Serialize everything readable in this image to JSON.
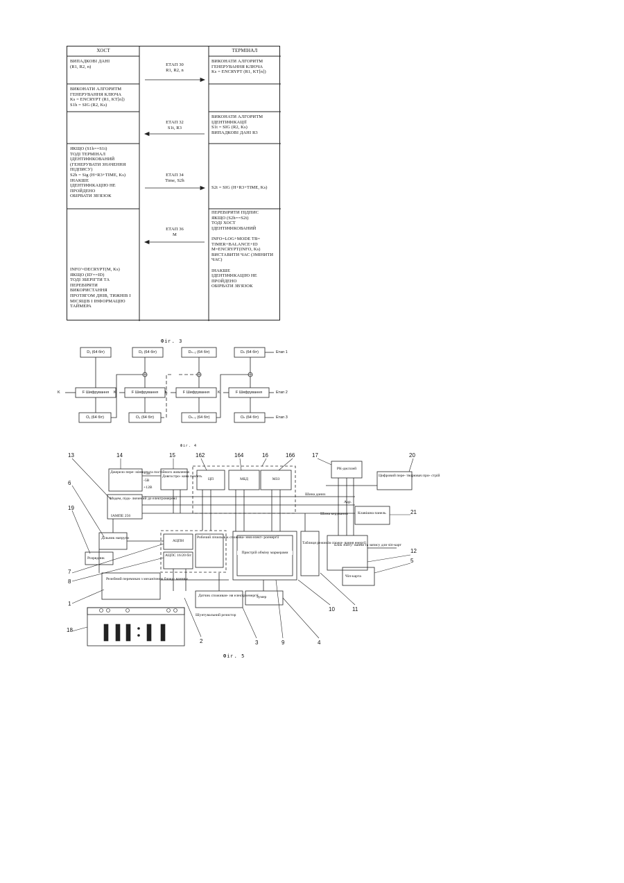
{
  "fig3": {
    "header_host": "ХОСТ",
    "header_terminal": "ТЕРМІНАЛ",
    "host_1": "ВИПАДКОВІ ДАНІ\n(R1, R2, n)",
    "step30_title": "ЕТАП 30",
    "step30_data": "R1, R2, n",
    "term_1": "ВИКОНАТИ АЛГОРИТМ\nГЕНЕРУВАННЯ КЛЮЧА\nKs = ENCRYPT (R1, KT[n])",
    "host_2": "ВИКОНАТИ АЛГОРИТМ\nГЕНЕРУВАННЯ КЛЮЧА\nKs = ENCRYPT (R1, KT[n])\nS1h = SIG (R2, Ks)",
    "term_2": "ВИКОНАТИ АЛГОРИТМ\nІДЕНТИФІКАЦІЇ\nS1t = SIG (R2, Ks)\nВИПАДКОВІ ДАНІ R3",
    "step32_title": "ЕТАП 32",
    "step32_data": "S1t, R3",
    "host_3": "ЯКЩО (S1h==S1t)\nТОДІ ТЕРМІНАЛ\nІДЕНТИФІКОВАНИЙ\n(ГЕНЕРУВАТИ ЗНАЧЕННЯ\nПІДПИСУ)\nS2h = Sig (H+R3+TIME, Ks)\nІНАКШЕ\nІДЕНТИФІКАЦІЮ НЕ\nПРОЙДЕНО\nОБІРВАТИ ЗВ'ЯЗОК",
    "step34_title": "ЕТАП 34",
    "step34_data": "Time, S2h",
    "term_3": "S2t = SIG (H+R3+TIME, Ks)",
    "term_4": "ПЕРЕВІРИТИ ПІДПИС\nЯКЩО (S2h==S2t)\nТОДІ ХОСТ\nІДЕНТИФІКОВАНИЙ\n\nINFO=LOG+MODE TB=\nTIMER+BALANCE+ID\nM=ENCRYPT(INFO, Ks)\nВИСТАВИТИ ЧАС (ЗМІНИТИ\nЧАС)\n\nІНАКШЕ\nІДЕНТИФІКАЦІЮ НЕ\nПРОЙДЕНО\nОБІРВАТИ ЗВ'ЯЗОК",
    "step36_title": "ЕТАП 36",
    "step36_data": "M",
    "host_4": "INFO'=DECRYPT(M, Ks)\nЯКЩО (ID'==ID)\nТОДІ ЗБЕРІГТИ ТА\nПЕРЕВІРЯТИ\nВИКОРИСТАННЯ\nПРОТЯГОМ ДНІВ, ТИЖНІВ І\nМІСЯЦІВ І ІНФОРМАЦІЮ\nТАЙМЕРА",
    "caption": "Фіг. 3"
  },
  "fig4": {
    "d1": "D₁ (64 біт)",
    "d2": "D₂ (64 біт)",
    "dn1": "Dₙ₋₁ (64 біт)",
    "dn": "Dₙ (64 біт)",
    "k": "K",
    "f": "F Шифрування",
    "o1": "O₁ (64 біт)",
    "o2": "O₂ (64 біт)",
    "on1": "Oₙ₋₁ (64 біт)",
    "on": "Oₙ (64 біт)",
    "stage1": "Етап 1",
    "stage2": "Етап 2",
    "stage3": "Етап 3",
    "caption": "Фіг. 4"
  },
  "fig5": {
    "power": "Джерело пере-\nмінного та\nпостійного\nживлення",
    "v5p": "+5В",
    "v5m": "-5В",
    "v12": "+12В",
    "mem": "Довгостро-\nкова пам'ять",
    "cpu": "ЦП",
    "mbd": "МБД",
    "mzz": "МЗЗ",
    "lcd": "РК-дисплей",
    "dac": "Цифровий пере-\nтворювач при-\nстрій",
    "modem": "Модем, підк-\nлючений до\nелектромережі",
    "iamp": "IAMПЕ 256",
    "bus_data": "Шина даних",
    "bus_addr": "Адр.",
    "bus_ctrl": "Шина\nкерування",
    "keyboard": "Клавішна\nпанель",
    "divider": "Дільник\nнапруги",
    "adc1": "АЦПН",
    "adc2": "АЦПС\n16/20 біт",
    "work": "Робочий\nлічильник\nспожива-\nння елект-\nроенергії",
    "tariff_dev": "Пристрій обміну\nмаркерами",
    "tariff_table": "Таблиця\nрежимів\nспожи-\nвання\nенергії",
    "card_unit": "Блок зчиту-\nвання та\nзапису для\nчіп-карт",
    "chip": "Чіп-карта",
    "discharge": "Розрядник",
    "relay": "Релейний перемикач\nз механічним блоку-\nванням",
    "sensor": "Датчик споживан-\nня електроенергії",
    "buzzer": "Зумер",
    "shunt": "Шунтувальний\nрезистор",
    "labels": [
      "13",
      "14",
      "15",
      "162",
      "164",
      "16",
      "166",
      "17",
      "20",
      "6",
      "21",
      "19",
      "12",
      "5",
      "7",
      "8",
      "1",
      "18",
      "2",
      "3",
      "9",
      "4",
      "10",
      "11"
    ],
    "caption": "Фіг. 5"
  }
}
